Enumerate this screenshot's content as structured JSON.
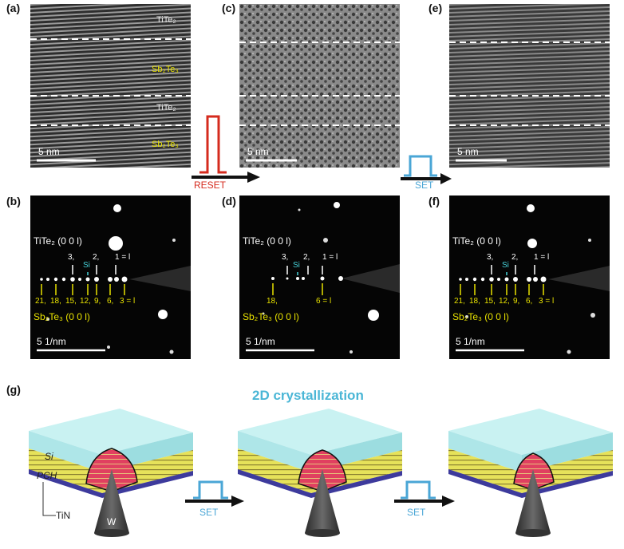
{
  "panels": {
    "a": "(a)",
    "b": "(b)",
    "c": "(c)",
    "d": "(d)",
    "e": "(e)",
    "f": "(f)",
    "g": "(g)"
  },
  "tem_a": {
    "layers": [
      "TiTe₂",
      "Sb₂Te₃",
      "TiTe₂",
      "Sb₂Te₃"
    ],
    "scale": "5 nm"
  },
  "tem_c": {
    "scale": "5 nm"
  },
  "tem_e": {
    "scale": "5 nm"
  },
  "pulses": {
    "reset": "RESET",
    "set": "SET"
  },
  "saed": {
    "titanium_label": "TiTe₂ (0 0 l)",
    "antimony_label": "Sb₂Te₃ (0 0 l)",
    "scale": "5 1/nm",
    "si": "Si",
    "ti_indices_full": [
      "3,",
      "2,",
      "1 = l"
    ],
    "sb_indices_full": [
      "21,",
      "18,",
      "15,",
      "12,",
      "9,",
      "6,",
      "3 = l"
    ],
    "sb_indices_amorphous": [
      "18,",
      "6 = l"
    ]
  },
  "schematic": {
    "title": "2D crystallization",
    "labels": {
      "si": "Si",
      "pch": "PCH",
      "tin": "TiN",
      "w": "W"
    },
    "set_labels": [
      "SET",
      "SET"
    ]
  },
  "colors": {
    "reset_pulse": "#d52b1e",
    "set_pulse": "#4aa6d6",
    "silicon": "#aee6e8",
    "pch": "#e6e25a",
    "amorphous_region": "#e04060",
    "tin": "#3d3a9c",
    "tungsten": "#555555",
    "yellow_text": "#e8e200"
  }
}
